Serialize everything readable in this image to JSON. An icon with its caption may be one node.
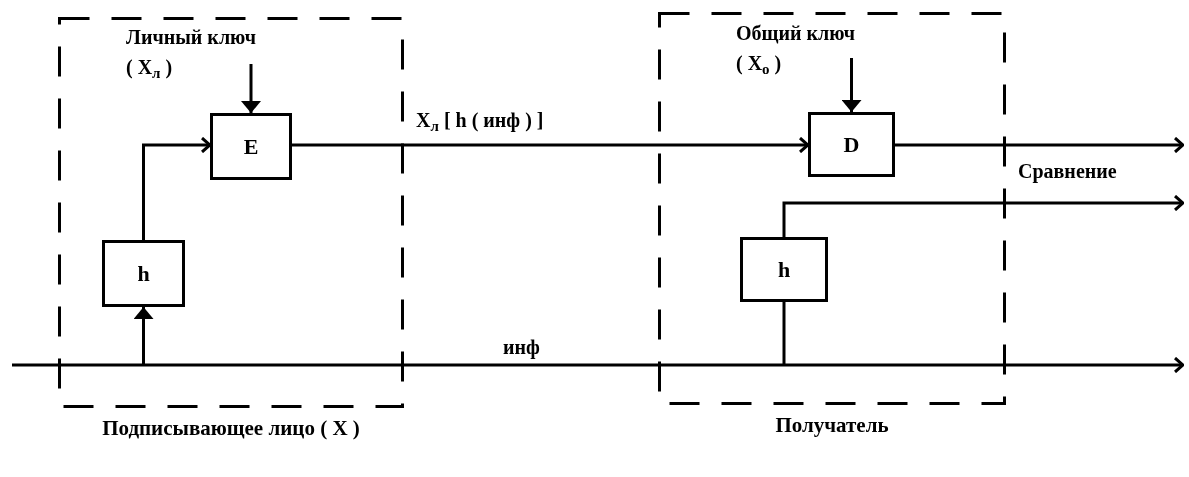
{
  "diagram": {
    "nodes": [
      {
        "text": [
          "Подписывающее лицо ( X )"
        ]
      },
      {
        "text": [
          "Личный ключ",
          "( X$_{л}$ )"
        ],
        "in": 0
      },
      {
        "text": [
          "E"
        ],
        "in": 0
      },
      {
        "text": [
          "h"
        ],
        "in": 0
      },
      {
        "text": [
          "Получатель"
        ]
      },
      {
        "text": [
          "Общий ключ",
          "( X$_{о}$ )"
        ],
        "in": 4
      },
      {
        "text": [
          "D"
        ],
        "in": 4
      },
      {
        "text": [
          "h"
        ],
        "in": 4
      }
    ],
    "edges": [
      {
        "from": 1,
        "to": 2,
        "arrow": "to"
      },
      {
        "from": 3,
        "to": 2,
        "arrow": "to"
      },
      {
        "from": 2,
        "to": 6,
        "arrow": "to",
        "label": "X$_{л}$ [ h ( инф ) ]"
      },
      {
        "from": 5,
        "to": 6,
        "arrow": "to"
      },
      {
        "from": 6,
        "to": null,
        "arrow": "to"
      },
      {
        "from": 7,
        "to": null,
        "arrow": "to"
      },
      {
        "from": null,
        "to": 3,
        "arrow": "to"
      },
      {
        "from": null,
        "to": 7,
        "arrow": "none"
      }
    ],
    "labels": [
      "инф",
      "Сравнение"
    ]
  }
}
